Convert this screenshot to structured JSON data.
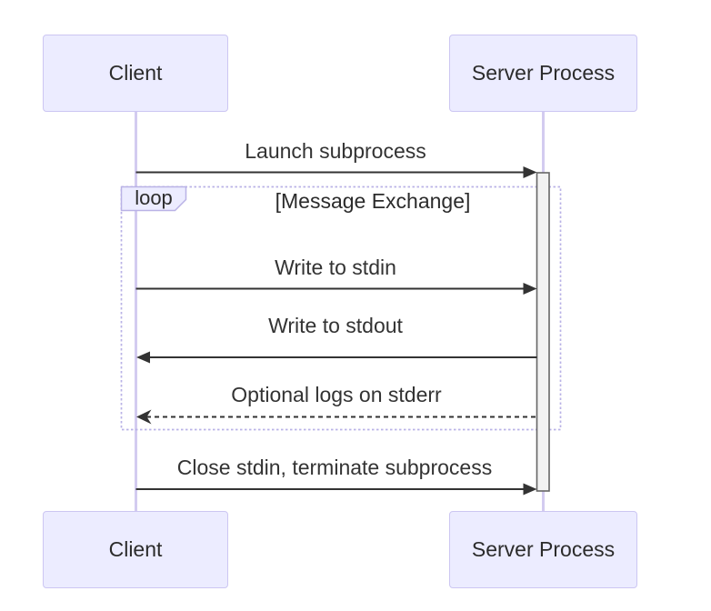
{
  "diagram": {
    "type": "sequence-diagram",
    "actors": {
      "client": {
        "label": "Client"
      },
      "server": {
        "label": "Server Process"
      }
    },
    "loop": {
      "label": "loop",
      "condition": "[Message Exchange]"
    },
    "messages": [
      {
        "label": "Launch subprocess",
        "from": "Client",
        "to": "Server Process",
        "line": "solid",
        "direction": "right"
      },
      {
        "label": "Write to stdin",
        "from": "Client",
        "to": "Server Process",
        "line": "solid",
        "direction": "right",
        "in_loop": true
      },
      {
        "label": "Write to stdout",
        "from": "Server Process",
        "to": "Client",
        "line": "solid",
        "direction": "left",
        "in_loop": true
      },
      {
        "label": "Optional logs on stderr",
        "from": "Server Process",
        "to": "Client",
        "line": "dashed",
        "direction": "left",
        "in_loop": true
      },
      {
        "label": "Close stdin, terminate subprocess",
        "from": "Client",
        "to": "Server Process",
        "line": "solid",
        "direction": "right"
      }
    ],
    "colors": {
      "background": "#FFFFFF",
      "actor_fill": "#ECECFF",
      "actor_border": "#CCC6F2",
      "lifeline": "#D3CBF0",
      "message_line": "#333333",
      "loop_border": "#B9B2E6",
      "loop_tag_fill": "#ECECFF",
      "activation_fill": "#F2F2F2",
      "activation_border": "#666666",
      "text": "#333333"
    }
  }
}
